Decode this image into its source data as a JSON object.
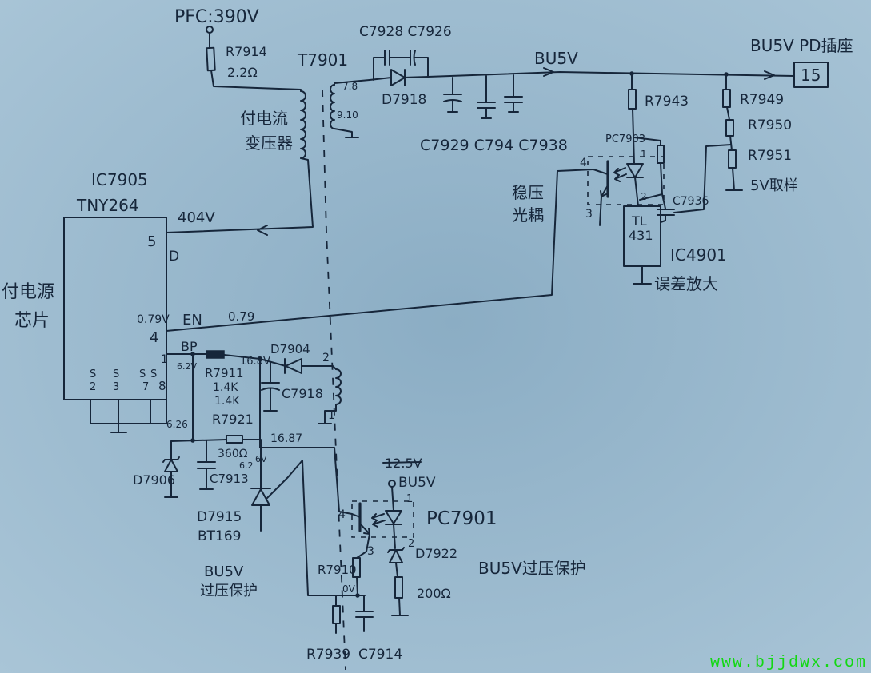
{
  "colors": {
    "paper_light": "#a9c5d7",
    "paper_dark": "#8badc4",
    "ink": "#16263a",
    "watermark": "#12d812"
  },
  "watermark": "www.bjjdwx.com",
  "primary": {
    "pfc_supply": "PFC:390V",
    "r7914_ref": "R7914",
    "r7914_value": "2.2Ω",
    "transformer_label_line1": "付电流",
    "transformer_label_line2": "变压器",
    "drain_voltage": "404V"
  },
  "ic7905": {
    "ref": "IC7905",
    "part": "TNY264",
    "desc_line1": "付电源",
    "desc_line2": "芯片",
    "pin_d_number": "5",
    "pin_d_name": "D",
    "en_voltage_pin": "0.79V",
    "en_pin_number": "4",
    "en_name": "EN",
    "en_voltage_line": "0.79",
    "bp_pin_number": "1",
    "bp_name": "BP",
    "bp_voltage": "6.2V",
    "source_pins": [
      {
        "name": "S",
        "number": "2"
      },
      {
        "name": "S",
        "number": "3"
      },
      {
        "name": "S",
        "number": "7"
      },
      {
        "name": "S",
        "number": "8"
      }
    ]
  },
  "secondary": {
    "transformer_ref": "T7901",
    "pins_top": "7.8",
    "pins_bottom": "9.10",
    "snubber_caps": "C7928 C7926",
    "rectifier": "D7918",
    "output_caps": "C7929 C794 C7938",
    "rail_name": "BU5V",
    "connector_label": "BU5V PD插座",
    "connector_pin": "15"
  },
  "feedback": {
    "r7943": "R7943",
    "optocoupler_ref": "PC7903",
    "pin_transistor_c": "4",
    "pin_transistor_e": "3",
    "pin_led_anode": "1",
    "pin_led_cathode": "2",
    "opto_label_line1": "稳压",
    "opto_label_line2": "光耦",
    "c7936": "C7936",
    "shunt_reg_line1": "TL",
    "shunt_reg_line2": "431",
    "shunt_ref": "IC4901",
    "shunt_desc": "误差放大",
    "r7949": "R7949",
    "r7950": "R7950",
    "r7951": "R7951",
    "sample_label": "5V取样"
  },
  "bias": {
    "r7911_ref": "R7911",
    "r7911_value_1": "1.4K",
    "r7911_value_2": "1.4K",
    "r7921_ref": "R7921",
    "r7921_value": "360Ω",
    "node_voltage_bp": "6.26",
    "aux_voltage": "16.8V",
    "d7904": "D7904",
    "aux_winding_pin_top": "2",
    "aux_winding_pin_bottom": "1",
    "c7918": "C7918",
    "aux_voltage_2": "16.87",
    "d7906": "D7906",
    "c7913": "C7913",
    "gate_voltage_1": "6.2",
    "gate_voltage_2": "6V",
    "scr_ref": "D7915",
    "scr_part": "BT169",
    "ovp_label_line1": "BU5V",
    "ovp_label_line2": "过压保护"
  },
  "ovp_sense": {
    "struck_voltage": "12.5V",
    "supply": "BU5V",
    "optocoupler_ref": "PC7901",
    "pin_transistor_c": "4",
    "pin_transistor_e": "3",
    "pin_led_anode": "1",
    "pin_led_cathode": "2",
    "zener_ref": "D7922",
    "resistor_value": "200Ω",
    "label": "BU5V过压保护",
    "r7910": "R7910",
    "emitter_voltage": "0V",
    "r7939": "R7939",
    "c7914": "C7914"
  }
}
